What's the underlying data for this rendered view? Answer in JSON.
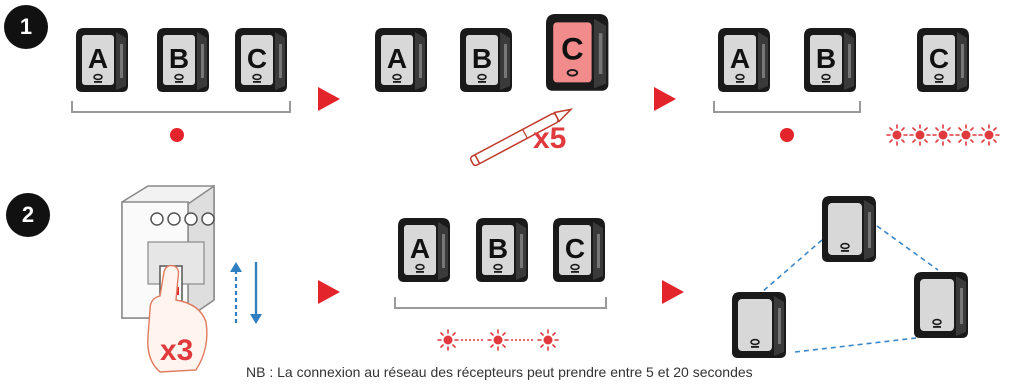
{
  "steps": {
    "step1": "1",
    "step2": "2"
  },
  "receiver_letters": [
    "A",
    "B",
    "C"
  ],
  "multipliers": {
    "pen_presses": "x5",
    "breaker_cycles": "x3"
  },
  "note": "NB : La connexion au réseau des récepteurs peut prendre entre 5 et 20 secondes",
  "colors": {
    "accent_red": "#e03a3f",
    "arrow_red": "#e3242b",
    "arrow_blue": "#2f7fc1",
    "link_blue": "#3a86c8",
    "device_grey": "#d8d8d8",
    "device_dark": "#1a1a1a",
    "highlight": "#f28b8b"
  },
  "icons": [
    "receiver-icon",
    "pen-icon",
    "circuit-breaker-icon",
    "arrow-right-icon",
    "red-led-icon",
    "blinking-led-icon",
    "up-down-arrows-icon",
    "hand-icon"
  ]
}
